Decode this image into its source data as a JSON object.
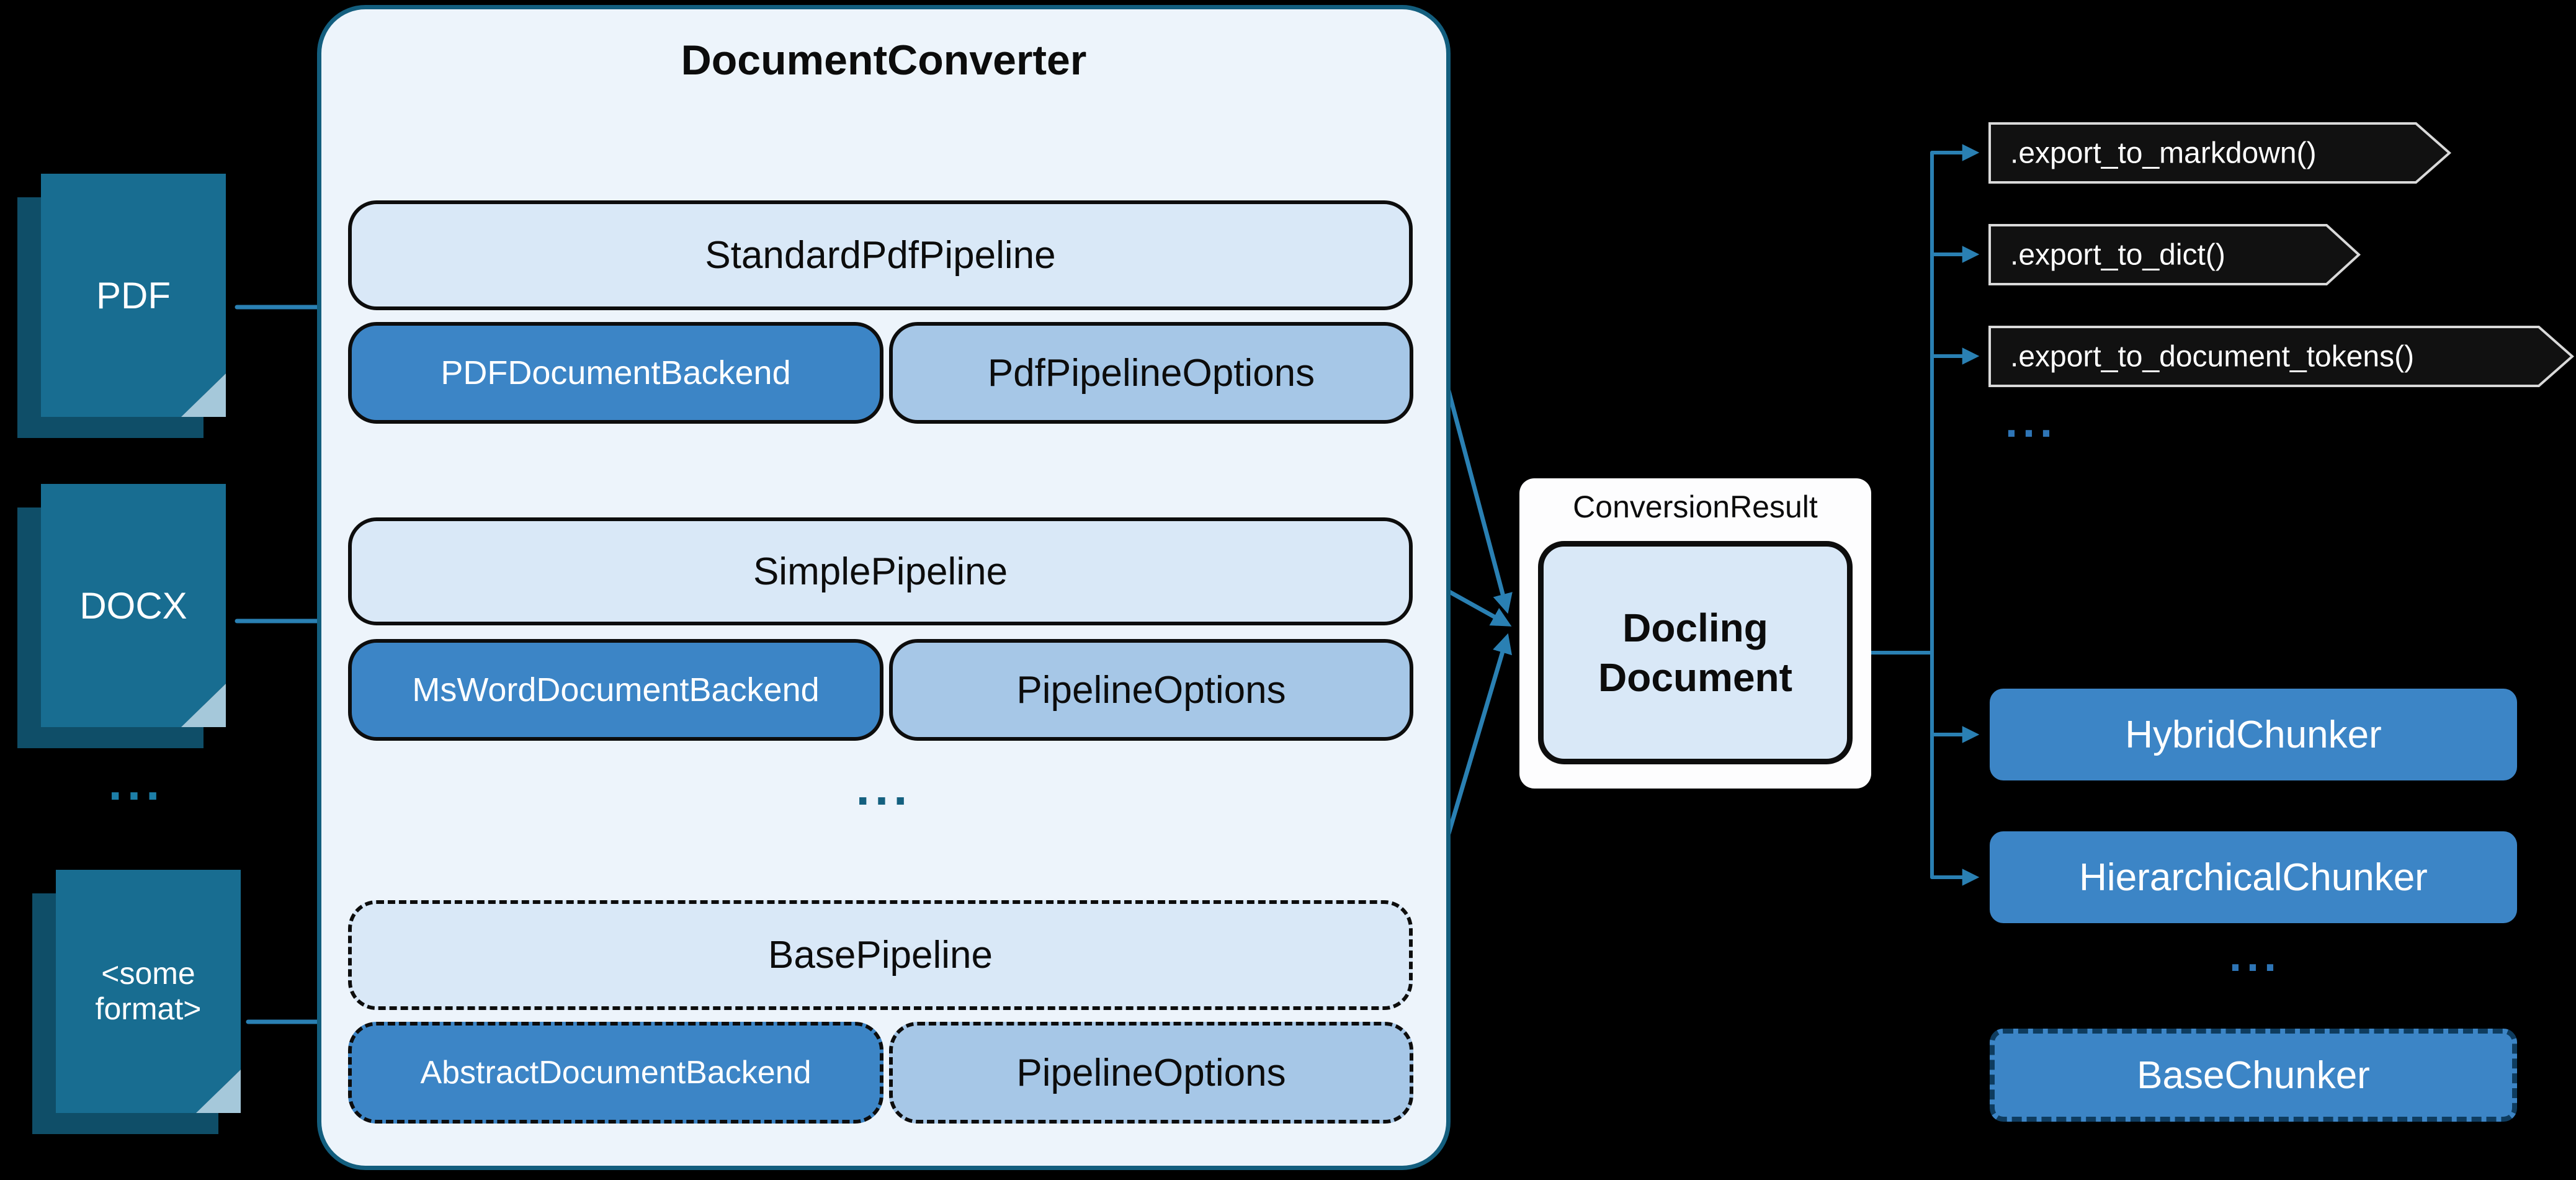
{
  "colors": {
    "background": "#000000",
    "document_icon_front": "#186d91",
    "document_icon_back": "#0f4e68",
    "document_icon_fold": "#a5c8da",
    "arrow": "#2a80b3",
    "converter_fill": "#edf4fb",
    "converter_border": "#135e7e",
    "pipeline_fill": "#d9e8f7",
    "backend_fill": "#3c85c6",
    "options_fill": "#a6c7e7",
    "pennant_fill": "#111111",
    "pennant_outline": "#d9d9d9",
    "chunker_fill": "#3c85c6",
    "ellipsis_teal": "#1d7fa8",
    "ellipsis_blue": "#2e75b6"
  },
  "inputs": {
    "pdf": "PDF",
    "docx": "DOCX",
    "other": "<some format>",
    "ellipsis": "..."
  },
  "converter": {
    "title": "DocumentConverter",
    "ellipsis": "...",
    "pipelines": [
      {
        "name": "StandardPdfPipeline",
        "backend": "PDFDocumentBackend",
        "options": "PdfPipelineOptions"
      },
      {
        "name": "SimplePipeline",
        "backend": "MsWordDocumentBackend",
        "options": "PipelineOptions"
      },
      {
        "name": "BasePipeline",
        "backend": "AbstractDocumentBackend",
        "options": "PipelineOptions"
      }
    ]
  },
  "result": {
    "label": "ConversionResult",
    "document": "Docling Document"
  },
  "exports": {
    "methods": [
      ".export_to_markdown()",
      ".export_to_dict()",
      ".export_to_document_tokens()"
    ],
    "ellipsis": "..."
  },
  "chunkers": {
    "items": [
      "HybridChunker",
      "HierarchicalChunker"
    ],
    "ellipsis": "...",
    "base": "BaseChunker"
  }
}
